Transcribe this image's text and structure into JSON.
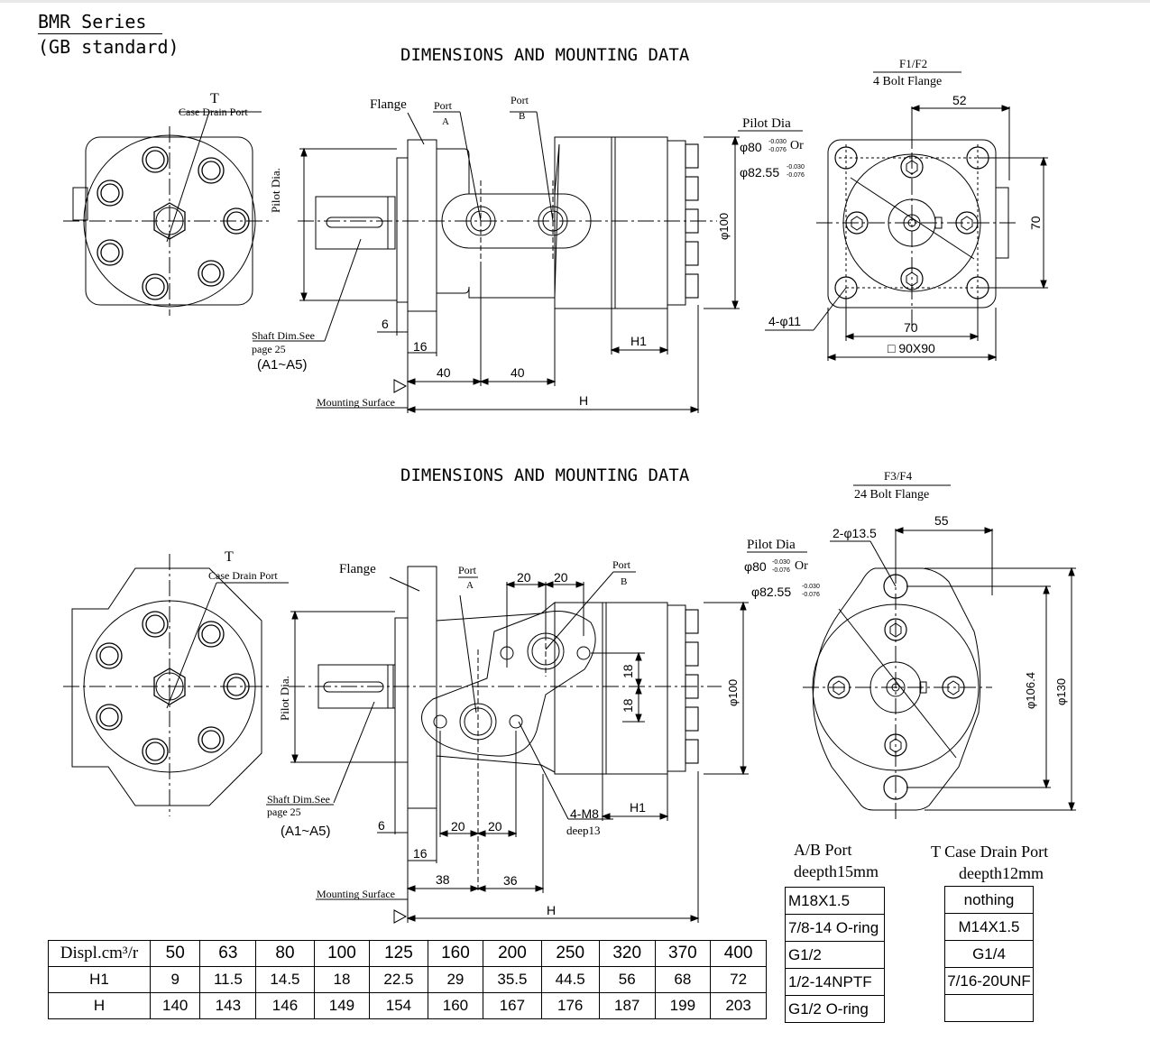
{
  "header": {
    "series": "BMR Series",
    "standard": "(GB standard)"
  },
  "section_title": "DIMENSIONS AND MOUNTING DATA",
  "top": {
    "t_label": "T",
    "case_drain": "Case Drain Port",
    "flange": "Flange",
    "port_word": "Port",
    "port_a": "A",
    "port_b": "B",
    "pilot_dia_vertical": "Pilot Dia.",
    "pilot_dia": "Pilot Dia",
    "pilot_1": "φ80",
    "pilot_1_tol_top": "-0.030",
    "pilot_1_tol_bot": "-0.076",
    "pilot_or": "Or",
    "pilot_2": "φ82.55",
    "pilot_2_tol_top": "-0.030",
    "pilot_2_tol_bot": "-0.076",
    "dia_100": "φ100",
    "shaft_dim": "Shaft Dim.See",
    "page": "page 25",
    "range": "(A1~A5)",
    "dim_6": "6",
    "dim_16": "16",
    "dim_40a": "40",
    "dim_40b": "40",
    "dim_h1": "H1",
    "dim_h": "H",
    "mounting_surface": "Mounting Surface",
    "flange_code": "F1/F2",
    "flange_desc": "4 Bolt Flange",
    "dim_52": "52",
    "dim_70v": "70",
    "dim_70h": "70",
    "bolt_holes": "4-φ11",
    "square": "□ 90X90"
  },
  "bottom": {
    "t_label": "T",
    "case_drain": "Case Drain Port",
    "flange": "Flange",
    "port_word": "Port",
    "port_a": "A",
    "port_b": "B",
    "pilot_dia_vertical": "Pilot Dia.",
    "pilot_dia": "Pilot Dia",
    "pilot_1": "φ80",
    "pilot_1_tol_top": "-0.030",
    "pilot_1_tol_bot": "-0.076",
    "pilot_or": "Or",
    "pilot_2": "φ82.55",
    "pilot_2_tol_top": "-0.030",
    "pilot_2_tol_bot": "-0.076",
    "dia_100": "φ100",
    "dim_20a": "20",
    "dim_20b": "20",
    "dim_18a": "18",
    "dim_18b": "18",
    "shaft_dim": "Shaft Dim.See",
    "page": "page 25",
    "range": "(A1~A5)",
    "dim_6": "6",
    "dim_16": "16",
    "dim_20c": "20",
    "dim_20d": "20",
    "dim_38": "38",
    "dim_36": "36",
    "thread": "4-M8",
    "deep": "deep13",
    "dim_h1": "H1",
    "dim_h": "H",
    "mounting_surface": "Mounting Surface",
    "flange_code": "F3/F4",
    "flange_desc": "24 Bolt Flange",
    "holes": "2-φ13.5",
    "dim_55": "55",
    "dia_106": "φ106.4",
    "dia_130": "φ130"
  },
  "displacement_table": {
    "header_label": "Displ.cm³/r",
    "h1_label": "H1",
    "h_label": "H",
    "displacements": [
      "50",
      "63",
      "80",
      "100",
      "125",
      "160",
      "200",
      "250",
      "320",
      "370",
      "400"
    ],
    "h1": [
      "9",
      "11.5",
      "14.5",
      "18",
      "22.5",
      "29",
      "35.5",
      "44.5",
      "56",
      "68",
      "72"
    ],
    "h": [
      "140",
      "143",
      "146",
      "149",
      "154",
      "160",
      "167",
      "176",
      "187",
      "199",
      "203"
    ]
  },
  "ab_port": {
    "title": "A/B Port",
    "depth": "deepth15mm",
    "options": [
      "M18X1.5",
      "7/8-14 O-ring",
      "G1/2",
      "1/2-14NPTF",
      "G1/2 O-ring"
    ]
  },
  "t_port": {
    "title": "T Case Drain Port",
    "depth": "deepth12mm",
    "options": [
      "nothing",
      "M14X1.5",
      "G1/4",
      "7/16-20UNF",
      ""
    ]
  }
}
